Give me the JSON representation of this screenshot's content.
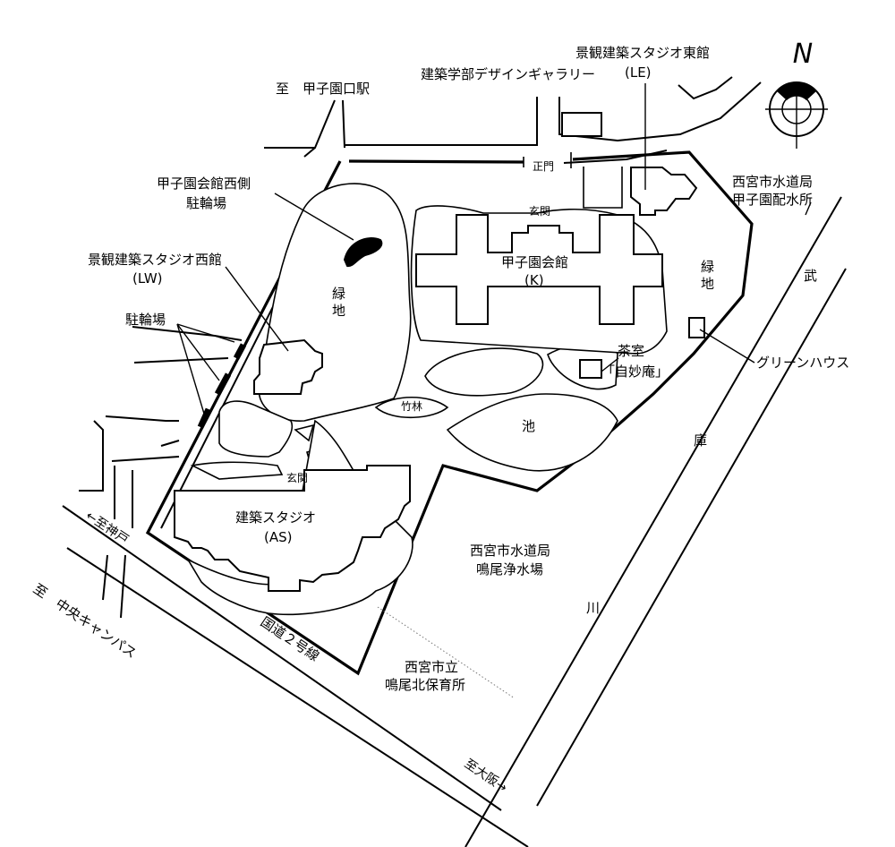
{
  "compass": {
    "north_label": "N"
  },
  "labels": {
    "to_station": "至　甲子園口駅",
    "gallery": "建築学部デザインギャラリー",
    "le_name": "景観建築スタジオ東館",
    "le_code": "(LE)",
    "main_gate": "正門",
    "water_office_1": "西宮市水道局",
    "water_office_2": "甲子園配水所",
    "parking_west_1": "甲子園会館西側",
    "parking_west_2": "駐輪場",
    "lw_name": "景観建築スタジオ西館",
    "lw_code": "(LW)",
    "bicycle": "駐輪場",
    "green_west": "緑地",
    "green_east": "緑地",
    "entrance_k": "玄関",
    "k_name": "甲子園会館",
    "k_code": "(K)",
    "teahouse_1": "茶室",
    "teahouse_2": "「自妙庵」",
    "greenhouse": "グリーンハウス",
    "bamboo": "竹林",
    "pond": "池",
    "entrance_as": "玄関",
    "as_name": "建築スタジオ",
    "as_code": "(AS)",
    "to_kobe": "←至神戸",
    "to_central": "至　中央キャンパス",
    "route2": "国道２号線",
    "water_plant_1": "西宮市水道局",
    "water_plant_2": "鳴尾浄水場",
    "nursery_1": "西宮市立",
    "nursery_2": "鳴尾北保育所",
    "to_osaka": "至大阪→",
    "river_1": "武",
    "river_2": "庫",
    "river_3": "川"
  }
}
